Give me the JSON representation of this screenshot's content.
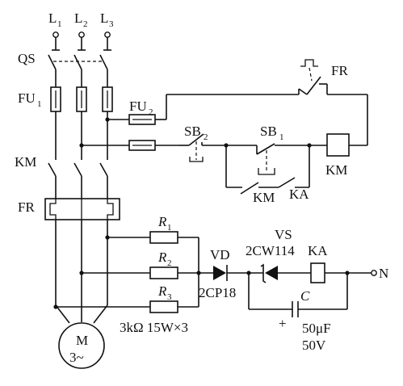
{
  "labels": {
    "L1": "L",
    "L1_sub": "1",
    "L2": "L",
    "L2_sub": "2",
    "L3": "L",
    "L3_sub": "3",
    "QS": "QS",
    "FU1": "FU",
    "FU1_sub": "1",
    "FU2": "FU",
    "FU2_sub": "2",
    "FR_contact": "FR",
    "SB2": "SB",
    "SB2_sub": "2",
    "SB1": "SB",
    "SB1_sub": "1",
    "KM_coil": "KM",
    "KM_main": "KM",
    "KM_aux": "KM",
    "KA_contact": "KA",
    "FR_heater": "FR",
    "R1": "R",
    "R1_sub": "1",
    "R2": "R",
    "R2_sub": "2",
    "R3": "R",
    "R3_sub": "3",
    "VD": "VD",
    "VD_part": "2CP18",
    "VS": "VS",
    "VS_part": "2CW114",
    "KA_coil": "KA",
    "N": "N",
    "C": "C",
    "C_plus": "+",
    "C_value": "50μF",
    "C_voltage": "50V",
    "R_spec": "3kΩ  15W×3",
    "motor_M": "M",
    "motor_phase": "3~"
  }
}
